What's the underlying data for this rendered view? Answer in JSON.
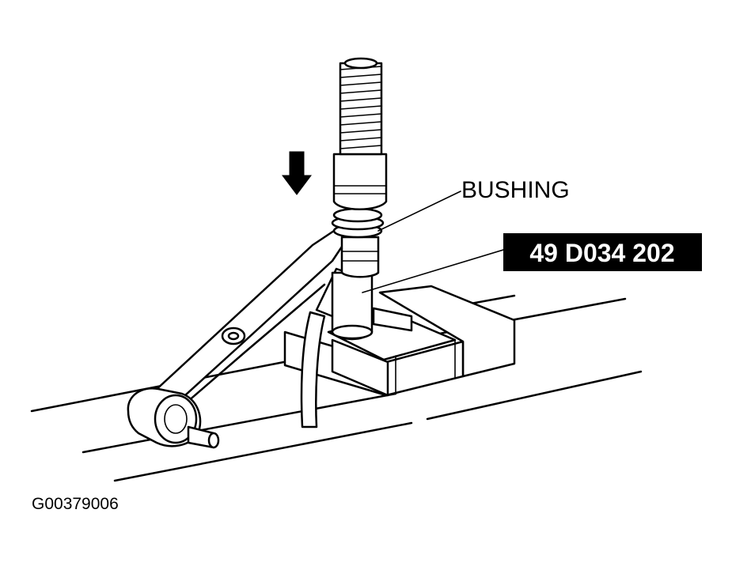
{
  "labels": {
    "bushing": "BUSHING",
    "tool_number": "49 D034 202"
  },
  "figure_id": "G00379006",
  "colors": {
    "line": "#000000",
    "background": "#ffffff",
    "callout_box": "#000000",
    "callout_text": "#ffffff"
  }
}
